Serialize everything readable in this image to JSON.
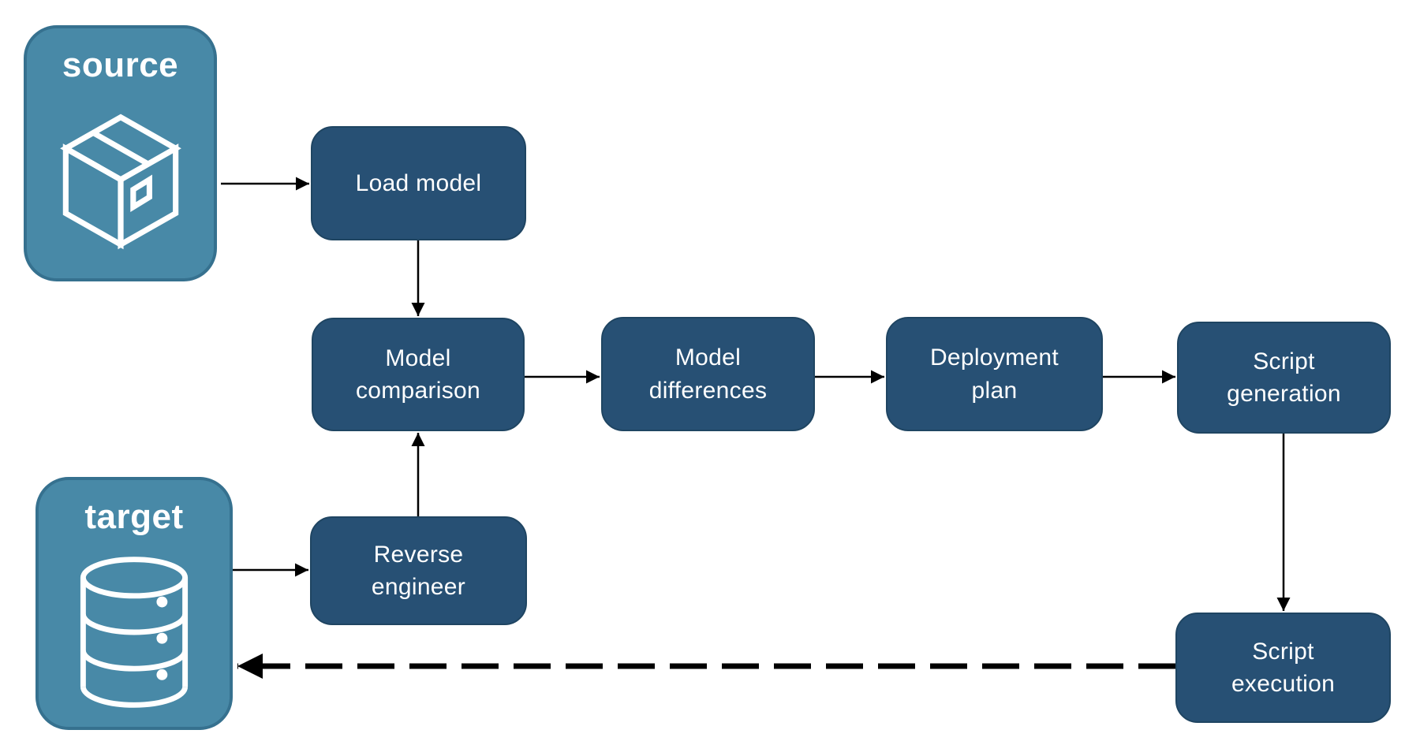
{
  "diagram": {
    "type": "flowchart",
    "endpoints": {
      "source": {
        "label": "source",
        "icon": "package-icon"
      },
      "target": {
        "label": "target",
        "icon": "database-icon"
      }
    },
    "steps": {
      "load_model": {
        "label": "Load model"
      },
      "model_comparison": {
        "label": "Model comparison"
      },
      "model_differences": {
        "label": "Model differences"
      },
      "deployment_plan": {
        "label": "Deployment plan"
      },
      "script_generation": {
        "label": "Script generation"
      },
      "reverse_engineer": {
        "label": "Reverse engineer"
      },
      "script_execution": {
        "label": "Script execution"
      }
    },
    "edges": [
      {
        "from": "source",
        "to": "load_model",
        "style": "solid"
      },
      {
        "from": "load_model",
        "to": "model_comparison",
        "style": "solid"
      },
      {
        "from": "model_comparison",
        "to": "model_differences",
        "style": "solid"
      },
      {
        "from": "model_differences",
        "to": "deployment_plan",
        "style": "solid"
      },
      {
        "from": "deployment_plan",
        "to": "script_generation",
        "style": "solid"
      },
      {
        "from": "script_generation",
        "to": "script_execution",
        "style": "solid"
      },
      {
        "from": "target",
        "to": "reverse_engineer",
        "style": "solid"
      },
      {
        "from": "reverse_engineer",
        "to": "model_comparison",
        "style": "solid"
      },
      {
        "from": "script_execution",
        "to": "target",
        "style": "dashed"
      }
    ],
    "colors": {
      "background": "#FFFFFF",
      "endpoint_fill": "#4889A7",
      "endpoint_border": "#36718F",
      "process_fill": "#275074",
      "process_border": "#1F4562",
      "arrow_color": "#000000",
      "label_color": "#FFFFFF"
    }
  }
}
